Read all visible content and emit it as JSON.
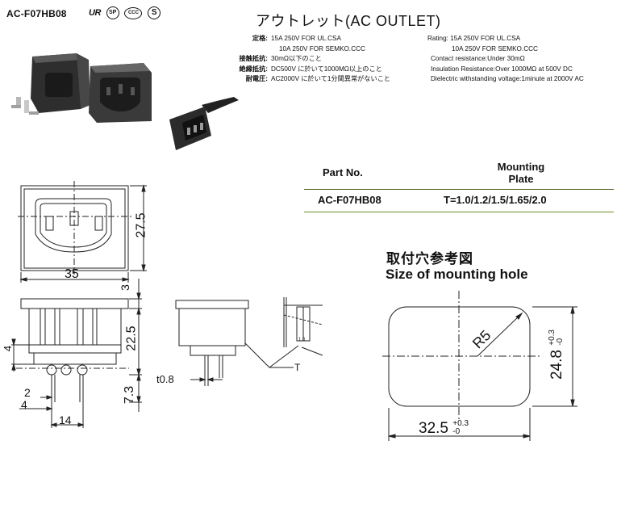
{
  "header": {
    "model": "AC-F07HB08",
    "cert_icons": [
      "ul-mark-icon",
      "csa-mark-icon",
      "ccc-mark-icon",
      "semko-mark-icon"
    ],
    "cert_text": {
      "ul": "UR",
      "csa": "SP",
      "ccc": "CCC",
      "semko": "S"
    },
    "title": "アウトレット(AC OUTLET)"
  },
  "specs_jp": [
    {
      "label": "定格:",
      "value": "15A 250V FOR UL.CSA"
    },
    {
      "label": "",
      "value": "10A 250V FOR SEMKO.CCC"
    },
    {
      "label": "接触抵抗:",
      "value": "30mΩ以下のこと"
    },
    {
      "label": "絶縁抵抗:",
      "value": "DC500V に於いて1000MΩ以上のこと"
    },
    {
      "label": "耐電圧:",
      "value": "AC2000V に於いて1分間異常がないこと"
    }
  ],
  "specs_en": [
    "Rating: 15A 250V FOR UL.CSA",
    "10A 250V FOR SEMKO.CCC",
    "Contact resistance:Under 30mΩ",
    "Insulation Resistance:Over 1000MΩ  at 500V DC",
    "Dielectric withstanding voltage:1minute at 2000V AC"
  ],
  "table": {
    "col1_header": "Part No.",
    "col2_header_line1": "Mounting",
    "col2_header_line2": "Plate",
    "row_part": "AC-F07HB08",
    "row_plate": "T=1.0/1.2/1.5/1.65/2.0"
  },
  "drawing_dims": {
    "front_width": "35",
    "front_height": "27.5",
    "side_top": "3",
    "side_body": "22.5",
    "side_pin": "7.3",
    "side_left": "4",
    "pin_pitch_a": "2",
    "pin_pitch_b": "4",
    "pin_span": "14",
    "thickness": "t0.8",
    "plate_label": "T",
    "detail_label": "1.0"
  },
  "mounting_hole": {
    "title_jp": "取付穴参考図",
    "title_en": "Size of mounting hole",
    "radius": "R5",
    "width": "32.5",
    "width_tol_plus": "+0.3",
    "width_tol_minus": "-0",
    "height": "24.8",
    "height_tol_plus": "+0.3",
    "height_tol_minus": "-0"
  },
  "colors": {
    "line": "#222222",
    "table_rule": "#556b2f",
    "photo_body": "#3a3a3a"
  }
}
